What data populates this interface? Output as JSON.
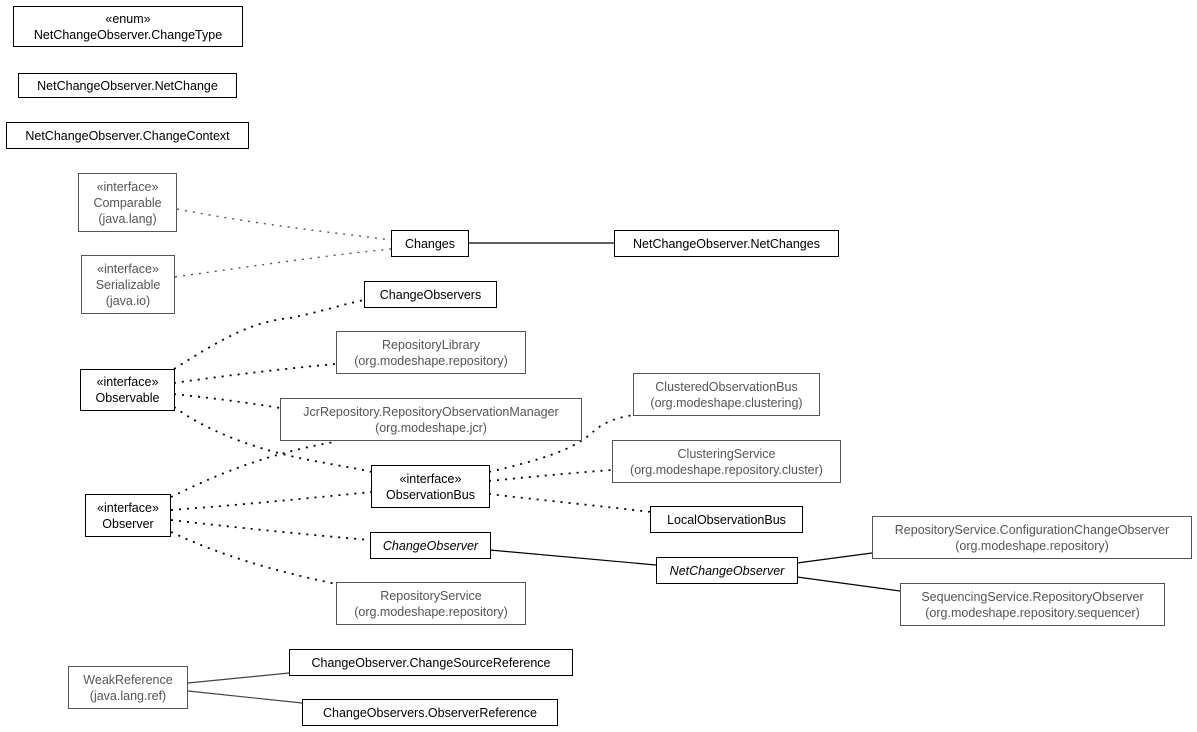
{
  "nodes": [
    {
      "id": "changetype",
      "stereotype": "«enum»",
      "name": "NetChangeObserver.ChangeType",
      "package": ""
    },
    {
      "id": "netchange",
      "stereotype": "",
      "name": "NetChangeObserver.NetChange",
      "package": ""
    },
    {
      "id": "changecontext",
      "stereotype": "",
      "name": "NetChangeObserver.ChangeContext",
      "package": ""
    },
    {
      "id": "comparable",
      "stereotype": "«interface»",
      "name": "Comparable",
      "package": "(java.lang)"
    },
    {
      "id": "serializable",
      "stereotype": "«interface»",
      "name": "Serializable",
      "package": "(java.io)"
    },
    {
      "id": "changes",
      "stereotype": "",
      "name": "Changes",
      "package": ""
    },
    {
      "id": "netchanges",
      "stereotype": "",
      "name": "NetChangeObserver.NetChanges",
      "package": ""
    },
    {
      "id": "changeobservers",
      "stereotype": "",
      "name": "ChangeObservers",
      "package": ""
    },
    {
      "id": "repositorylibrary",
      "stereotype": "",
      "name": "RepositoryLibrary",
      "package": "(org.modeshape.repository)"
    },
    {
      "id": "observable",
      "stereotype": "«interface»",
      "name": "Observable",
      "package": ""
    },
    {
      "id": "jcrobsmanager",
      "stereotype": "",
      "name": "JcrRepository.RepositoryObservationManager",
      "package": "(org.modeshape.jcr)"
    },
    {
      "id": "clusteredbus",
      "stereotype": "",
      "name": "ClusteredObservationBus",
      "package": "(org.modeshape.clustering)"
    },
    {
      "id": "clusteringservice",
      "stereotype": "",
      "name": "ClusteringService",
      "package": "(org.modeshape.repository.cluster)"
    },
    {
      "id": "observationbus",
      "stereotype": "«interface»",
      "name": "ObservationBus",
      "package": ""
    },
    {
      "id": "observer",
      "stereotype": "«interface»",
      "name": "Observer",
      "package": ""
    },
    {
      "id": "localbus",
      "stereotype": "",
      "name": "LocalObservationBus",
      "package": ""
    },
    {
      "id": "changeobserver",
      "stereotype": "",
      "name": "ChangeObserver",
      "package": ""
    },
    {
      "id": "netchangeobserver",
      "stereotype": "",
      "name": "NetChangeObserver",
      "package": ""
    },
    {
      "id": "configobserver",
      "stereotype": "",
      "name": "RepositoryService.ConfigurationChangeObserver",
      "package": "(org.modeshape.repository)"
    },
    {
      "id": "seqobserver",
      "stereotype": "",
      "name": "SequencingService.RepositoryObserver",
      "package": "(org.modeshape.repository.sequencer)"
    },
    {
      "id": "repositoryservice",
      "stereotype": "",
      "name": "RepositoryService",
      "package": "(org.modeshape.repository)"
    },
    {
      "id": "weakreference",
      "stereotype": "",
      "name": "WeakReference",
      "package": "(java.lang.ref)"
    },
    {
      "id": "sourceref",
      "stereotype": "",
      "name": "ChangeObserver.ChangeSourceReference",
      "package": ""
    },
    {
      "id": "observerref",
      "stereotype": "",
      "name": "ChangeObservers.ObserverReference",
      "package": ""
    }
  ],
  "edges": [
    {
      "from": "comparable",
      "to": "changes",
      "kind": "realization"
    },
    {
      "from": "serializable",
      "to": "changes",
      "kind": "realization"
    },
    {
      "from": "changes",
      "to": "netchanges",
      "kind": "generalization"
    },
    {
      "from": "observable",
      "to": "changeobservers",
      "kind": "realization"
    },
    {
      "from": "observable",
      "to": "repositorylibrary",
      "kind": "realization"
    },
    {
      "from": "observable",
      "to": "jcrobsmanager",
      "kind": "realization"
    },
    {
      "from": "observable",
      "to": "observationbus",
      "kind": "realization"
    },
    {
      "from": "observer",
      "to": "jcrobsmanager",
      "kind": "realization"
    },
    {
      "from": "observer",
      "to": "observationbus",
      "kind": "realization"
    },
    {
      "from": "observer",
      "to": "changeobserver",
      "kind": "realization"
    },
    {
      "from": "observer",
      "to": "repositoryservice",
      "kind": "realization"
    },
    {
      "from": "observationbus",
      "to": "clusteredbus",
      "kind": "realization"
    },
    {
      "from": "observationbus",
      "to": "clusteringservice",
      "kind": "realization"
    },
    {
      "from": "observationbus",
      "to": "localbus",
      "kind": "realization"
    },
    {
      "from": "changeobserver",
      "to": "netchangeobserver",
      "kind": "generalization"
    },
    {
      "from": "netchangeobserver",
      "to": "configobserver",
      "kind": "generalization"
    },
    {
      "from": "netchangeobserver",
      "to": "seqobserver",
      "kind": "generalization"
    },
    {
      "from": "weakreference",
      "to": "sourceref",
      "kind": "generalization"
    },
    {
      "from": "weakreference",
      "to": "observerref",
      "kind": "generalization"
    }
  ]
}
